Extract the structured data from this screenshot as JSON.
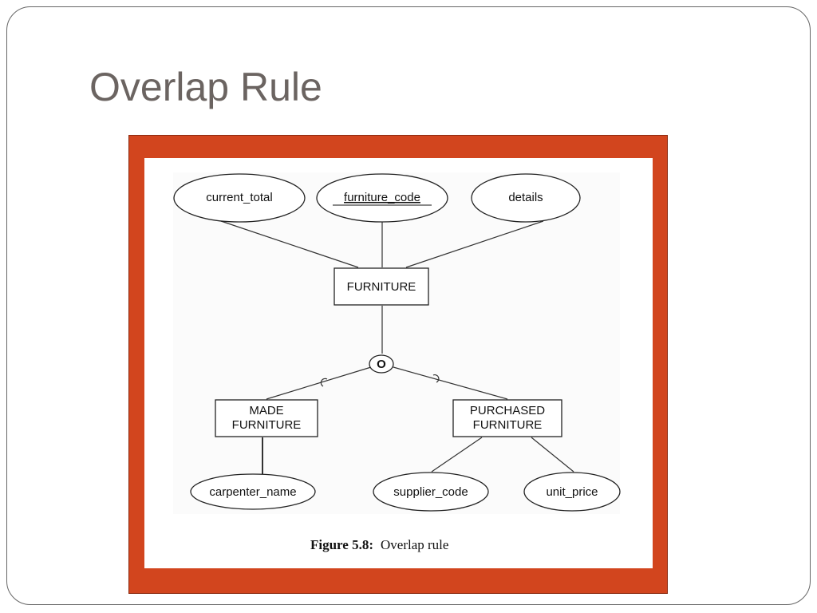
{
  "slide": {
    "title": "Overlap Rule"
  },
  "diagram": {
    "attributes": {
      "current_total": "current_total",
      "furniture_code": "furniture_code",
      "details": "details",
      "carpenter_name": "carpenter_name",
      "supplier_code": "supplier_code",
      "unit_price": "unit_price"
    },
    "entities": {
      "furniture": "FURNITURE",
      "made_furniture": [
        "MADE",
        "FURNITURE"
      ],
      "purchased_furniture": [
        "PURCHASED",
        "FURNITURE"
      ]
    },
    "constraint_symbol": "O",
    "caption": {
      "label": "Figure 5.8:",
      "text": "Overlap rule"
    }
  },
  "colors": {
    "frame": "#d2451e",
    "title": "#6b6461"
  }
}
